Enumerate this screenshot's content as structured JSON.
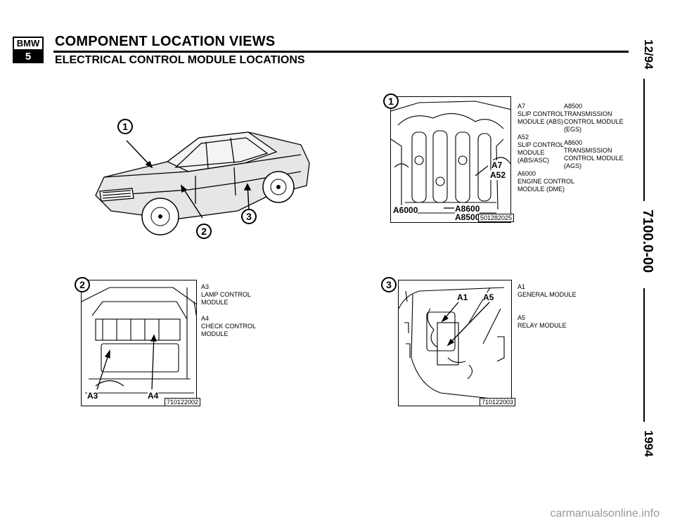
{
  "header": {
    "logo_top": "BMW",
    "logo_bottom": "5",
    "title": "COMPONENT LOCATION VIEWS",
    "subtitle": "ELECTRICAL CONTROL MODULE LOCATIONS"
  },
  "margin": {
    "date": "12/94",
    "section": "7100.0-00",
    "year": "1994"
  },
  "figure1": {
    "number": "1",
    "code": "501282025",
    "labels": [
      "A7",
      "A52",
      "A6000",
      "A8600",
      "A8500"
    ],
    "callouts_left": [
      {
        "code": "A7",
        "desc": [
          "SLIP CONTROL",
          "MODULE (ABS)"
        ]
      },
      {
        "code": "A52",
        "desc": [
          "SLIP CONTROL",
          "MODULE",
          "(ABS/ASC)"
        ]
      },
      {
        "code": "A6000",
        "desc": [
          "ENGINE CONTROL",
          "MODULE (DME)"
        ]
      }
    ],
    "callouts_right": [
      {
        "code": "A8500",
        "desc": [
          "TRANSMISSION",
          "CONTROL MODULE",
          "(EGS)"
        ]
      },
      {
        "code": "A8600",
        "desc": [
          "TRANSMISSION",
          "CONTROL MODULE",
          "(AGS)"
        ]
      }
    ]
  },
  "figure2": {
    "number": "2",
    "code": "710122002",
    "labels": [
      "A3",
      "A4"
    ],
    "callouts": [
      {
        "code": "A3",
        "desc": [
          "LAMP CONTROL",
          "MODULE"
        ]
      },
      {
        "code": "A4",
        "desc": [
          "CHECK CONTROL",
          "MODULE"
        ]
      }
    ]
  },
  "figure3": {
    "number": "3",
    "code": "710122003",
    "labels": [
      "A1",
      "A5"
    ],
    "callouts": [
      {
        "code": "A1",
        "desc": [
          "GENERAL MODULE"
        ]
      },
      {
        "code": "A5",
        "desc": [
          "RELAY MODULE"
        ]
      }
    ]
  },
  "car": {
    "markers": [
      "1",
      "2",
      "3"
    ]
  },
  "footer": {
    "watermark": "carmanualsonline.info"
  }
}
